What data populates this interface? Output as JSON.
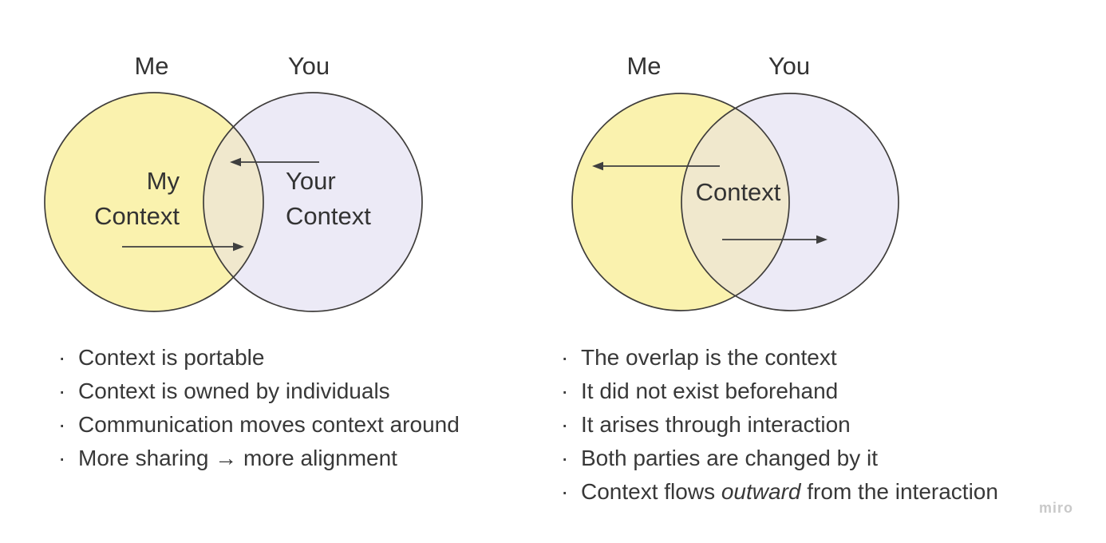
{
  "colors": {
    "background": "#ffffff",
    "me_circle": "#faf2ae",
    "you_circle": "#eceaf6",
    "overlap": "#f0e8cd",
    "outline": "#3f3d3b",
    "arrow": "#3f3f3f",
    "text": "#333333",
    "watermark": "#c9c9c9"
  },
  "ui": {
    "bullet": "·"
  },
  "left_diagram": {
    "me_label": "Me",
    "you_label": "You",
    "my_context": {
      "line1": "My",
      "line2": "Context"
    },
    "your_context": {
      "line1": "Your",
      "line2": "Context"
    }
  },
  "left_list": {
    "items": [
      "Context is portable",
      "Context is owned by individuals",
      "Communication moves context around",
      "More sharing → more alignment"
    ]
  },
  "right_diagram": {
    "me_label": "Me",
    "you_label": "You",
    "overlap_label": "Context"
  },
  "right_list": {
    "items": [
      "The overlap is the context",
      "It did not exist beforehand",
      "It arises through interaction",
      "Both parties are changed by it"
    ],
    "last_item": {
      "prefix": "Context flows ",
      "italic": "outward",
      "suffix": " from the interaction"
    }
  },
  "watermark": "miro"
}
